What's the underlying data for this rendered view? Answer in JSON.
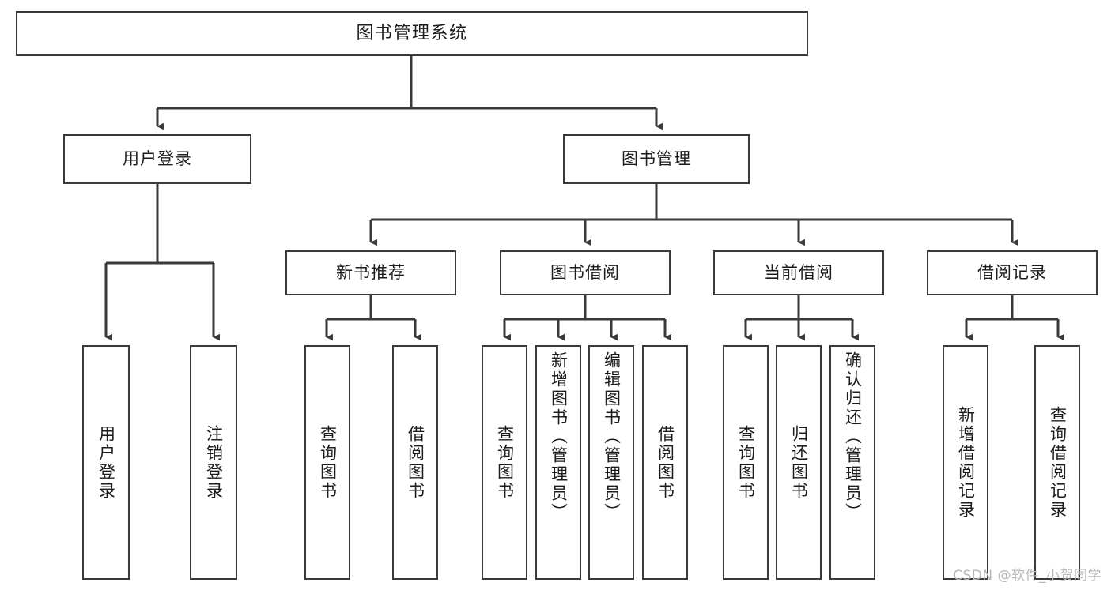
{
  "diagram": {
    "type": "tree",
    "title": "图书管理系统",
    "watermark": "CSDN @软件_小贺同学",
    "colors": {
      "background": "#ffffff",
      "border": "#3a3a3a",
      "text": "#1c1c1c",
      "connector": "#3a3a3a",
      "watermark": "#b8b8b8"
    },
    "nodes": {
      "root": {
        "label": "图书管理系统"
      },
      "level2": [
        {
          "label": "用户登录"
        },
        {
          "label": "图书管理"
        }
      ],
      "level3": [
        {
          "label": "新书推荐"
        },
        {
          "label": "图书借阅"
        },
        {
          "label": "当前借阅"
        },
        {
          "label": "借阅记录"
        }
      ],
      "leaves": {
        "user_login": [
          {
            "label": "用户登录"
          },
          {
            "label": "注销登录"
          }
        ],
        "new_book": [
          {
            "label": "查询图书"
          },
          {
            "label": "借阅图书"
          }
        ],
        "borrow_book": [
          {
            "label": "查询图书"
          },
          {
            "label": "新增图书（管理员）"
          },
          {
            "label": "编辑图书（管理员）"
          },
          {
            "label": "借阅图书"
          }
        ],
        "current_borrow": [
          {
            "label": "查询图书"
          },
          {
            "label": "归还图书"
          },
          {
            "label": "确认归还（管理员）"
          }
        ],
        "borrow_record": [
          {
            "label": "新增借阅记录"
          },
          {
            "label": "查询借阅记录"
          }
        ]
      }
    }
  }
}
